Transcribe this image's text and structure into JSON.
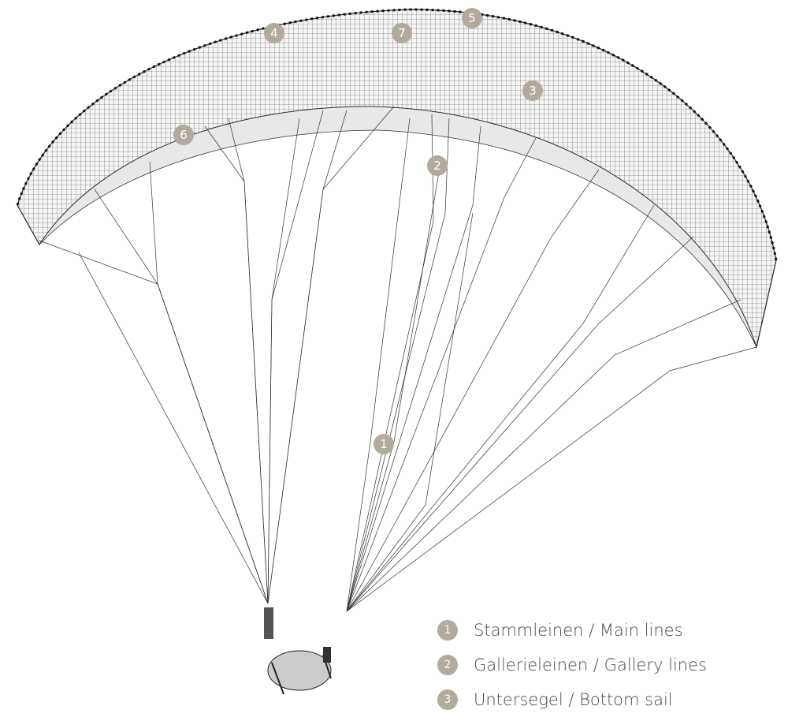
{
  "markers": [
    {
      "id": "1"
    },
    {
      "id": "2"
    },
    {
      "id": "3"
    },
    {
      "id": "4"
    },
    {
      "id": "5"
    },
    {
      "id": "6"
    },
    {
      "id": "7"
    }
  ],
  "legend": [
    {
      "num": "1",
      "label": "Stammleinen / Main lines"
    },
    {
      "num": "2",
      "label": "Gallerieleinen / Gallery lines"
    },
    {
      "num": "3",
      "label": "Untersegel / Bottom sail"
    }
  ],
  "colors": {
    "marker": "#b2ab9d",
    "lines": "#333333",
    "text": "#4a4a4a"
  }
}
